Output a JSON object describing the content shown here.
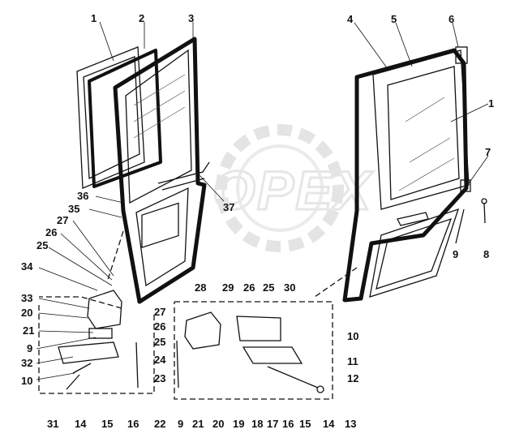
{
  "watermark": {
    "text": "OPEX"
  },
  "callouts": [
    "1",
    "2",
    "3",
    "4",
    "5",
    "6",
    "1",
    "7",
    "9",
    "8",
    "36",
    "37",
    "35",
    "27",
    "26",
    "25",
    "34",
    "33",
    "20",
    "21",
    "9",
    "32",
    "10",
    "31",
    "14",
    "15",
    "16",
    "28",
    "29",
    "26",
    "25",
    "30",
    "27",
    "26",
    "25",
    "24",
    "23",
    "10",
    "11",
    "12",
    "22",
    "9",
    "21",
    "20",
    "19",
    "18",
    "17",
    "16",
    "15",
    "14",
    "13"
  ]
}
